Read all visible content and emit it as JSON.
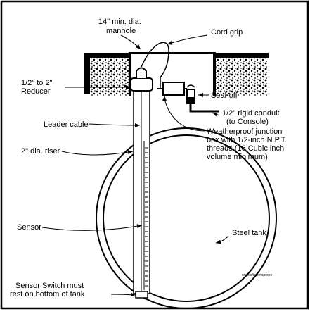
{
  "labels": {
    "manhole_line1": "14\" min. dia.",
    "manhole_line2": "manhole",
    "cord_grip": "Cord grip",
    "reducer_line1": "1/2\" to 2\"",
    "reducer_line2": "Reducer",
    "seal_off": "Seal-off",
    "conduit_line1": "1/2\" rigid conduit",
    "conduit_line2": "(to Console)",
    "leader_cable": "Leader cable",
    "junction_line1": "Weatherproof junction",
    "junction_line2": "box with 1/2-inch N.P.T.",
    "junction_line3": "threads (16 Cubic inch",
    "junction_line4": "volume minimum)",
    "riser": "2\" dia. riser",
    "sensor": "Sensor",
    "steel_tank": "Steel tank",
    "switch_line1": "Sensor Switch must",
    "switch_line2": "rest on bottom of tank",
    "watermark": "smcec/intemsprope"
  }
}
